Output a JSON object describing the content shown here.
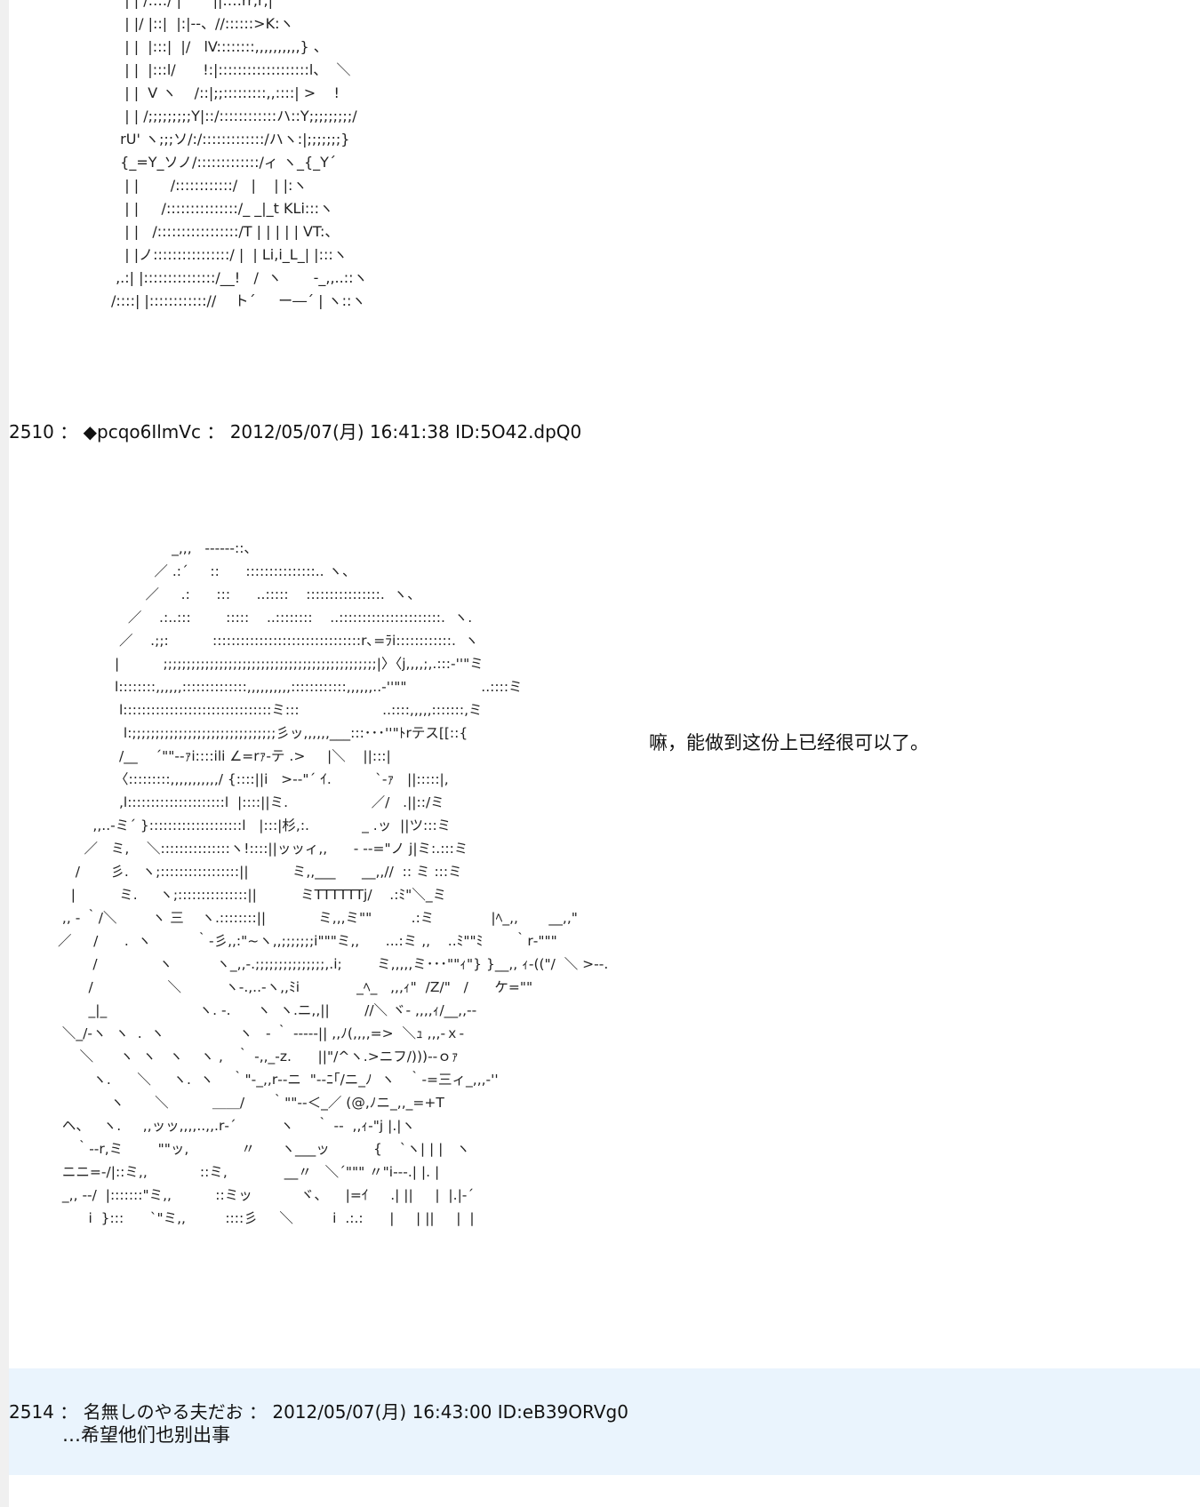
{
  "art_top": "   | | /::::/ |       ||::::rr,r,|\n   | |/ |::|  |:|--、//::::::>K:ヽ\n   | |  |:::|  |/   lV::::::::,,,,,,,,,,} 、\n   | |  |:::l/      !:|:::::::::::::::::::l、  ＼\n   | |  V ヽ    /::|;;:::::::::,,::::| >    !\n   | | /;;;;;;;;;Y|::/::::::::::::ハ::Y;;;;;;;;;/\n  rU' ヽ;;;ソ/:/:::::::::::::/ハヽ:|;;;;;;;}\n  {_=Y_ソノ/:::::::::::::/ィ ヽ_{_Y´\n   | |       /::::::::::::/   |    | |:ヽ\n   | |     /:::::::::::::::/_ _|_t KLi:::ヽ\n   | |   /:::::::::::::::::/T | | | | | VT:、\n   | |ノ::::::::::::::::/ |  | Li,i_L_| |:::ヽ\n ,.:| |:::::::::::::::/__!   /  ヽ       ‐_,,..::ヽ\n/::::| |:::::::::::://    ト´     ー―´ | ヽ::ヽ",
  "post_2510": {
    "number": "2510",
    "separator": "：",
    "trip": "◆pcqo6IlmVc",
    "date": "2012/05/07(月) 16:41:38",
    "id": "ID:5O42.dpQ0"
  },
  "art_main": "                          _,,,   ‐‐‐‐‐‐::、\n                      ／ .:´     ::      :::::::::::::::.. ヽ、\n                    ／     .:      :::      ..:::::    ::::::::::::::::.  ヽ、\n                ／    .:..:::        :::::    ..::::::::    ..::::::::::::::::::::::.  ヽ.\n              ／    .;;:          ::::::::::::::::::::::::::::::::r､=ﾗi::::::::::::.  ヽ\n             |          ;;;;;;;;;;;;;;;;;;;;;;;;;;;;;;;;;;;;;;;;;;;;;;|〉〈j,,,,;,.:::‐''\"ミ\n             l::::::::,,,,,,::::::::::::::,,,,,,,,,,::::::::::::,,,,,,..‐''\"\"                 ..::::ミ\n              l::::::::::::::::::::::::::::::::ミ:::                   ..::::,,,,,:::::::,ミ\n               l:;;;;;;;;;;;;;;;;;;;;;;;;;;;;;;;彡ッ,,,,,,___:::･･･''\"ﾄrテス[[::{\n              /__    ´\"\"‐‐ｧi::::ili ∠=rｧ‐テ .>     |＼    ||:::|\n             〈:::::::::,,,,,,,,,,,/ {::::||i   >‐‐\"´ ｲ.          `‐ｧ   ||:::::|,\n              ,l:::::::::::::::::::::l  |::::||ミ.                   ／/   .||::/ミ\n        ,,..-ミ´ }::::::::::::::::::::l   |:::|杉,:.            _ .ッ  ||ツ:::ミ\n      ／   ミ,    ＼:::::::::::::::ヽ!::::||ッッィ,,      ‐ ‐‐=\"ノ j|ミ:.:::ミ\n    /       彡.   ヽ;:::::::::::::::::||          ミ,,___      __,,//  :: ミ :::ミ\n   |          ミ.     ヽ;:::::::::::::::||          ミTTTTTTj/    .:ﾐ\"＼_ミ\n ,, ‐ ｀/＼        ヽ 三    ヽ.::::::::||            ミ,,,ミ\"\"         .:ミ             |ﾍ_,,       __,,\"\n／     /      .  ヽ          ｀‐彡,,:\"~ヽ,,;;;;;;;i\"\"\"ミ,,      ...:ミ ,,    ..ﾐ\"\"ﾐ       ｀r‐\"\"\"\n        /              ヽ          ヽ_,,‐.;;;;;;;;;;;;;;;,.i;        ミ,,,,,ミ･･･\"\"ｨ\"} }__,, ｨ‐((\"/  ＼ >‐‐.\n       /                 ＼          ヽ-.,..-ヽ,,ﾐi             _ﾍ_   ,,,ｨ\"  /Z/\"   /      ケ=\"\"\n       _|_                     ヽ. ‐.      ヽ  ヽ.ニ,,||        //＼ ヾ‐ ,,,,ｨ/__,,-‐\n ＼_/‐ヽ  ヽ  .  ヽ                 ヽ   ‐ ｀ ‐‐‐‐‐|| ,,ﾉ(,,,,=>  ＼ｭ ,,,-ｘ‐\n     ＼      ヽ  ヽ   ヽ    ヽ ,   ｀ ‐,,_-z.      ||\"/^ヽ.>ニフ/)))‐‐ｏｧ\n        ヽ.      ＼     ヽ.  ヽ    ｀\"‐_,,r‐‐ニ  \"‐‐ﾆ｢/ニ_ﾉ  ヽ   ｀‐=三ィ_,,,‐''\n            ヽ       ＼          ＿＿/      ｀\"\"‐‐＜_／ (@,ﾉニ_,,_=+T\n ヘ、   ヽ.     ,,ッッ,,,,..,,.r‐´          ヽ     ｀ ‐‐  ,,ｨ‐\"j |.|ヽ\n    ｀‐‐r,ミ        \"\"ッ,            〃      ヽ___ッ          {    `ヽ| | |   ヽ\n ニニ=‐/|::ミ,,            ::ミ,             __〃   ＼´\"\"\" 〃\"i‐‐‐.| |. |\n _,, ‐‐/  |:::::::\"ミ,,          ::ミッ           ヾ、    |=ｲ     .| ||     |  |.|‐´\n       i  }:::      `\"ミ,,         ::::彡     ＼         i  .:.:      |     | ||     |  |",
  "speech": "嘛，能做到这份上已经很可以了。",
  "post_2514": {
    "number": "2514",
    "separator": "：",
    "name": "名無しのやる夫だお",
    "date": "2012/05/07(月) 16:43:00",
    "id": "ID:eB39ORVg0",
    "body": "…希望他们也别出事"
  }
}
